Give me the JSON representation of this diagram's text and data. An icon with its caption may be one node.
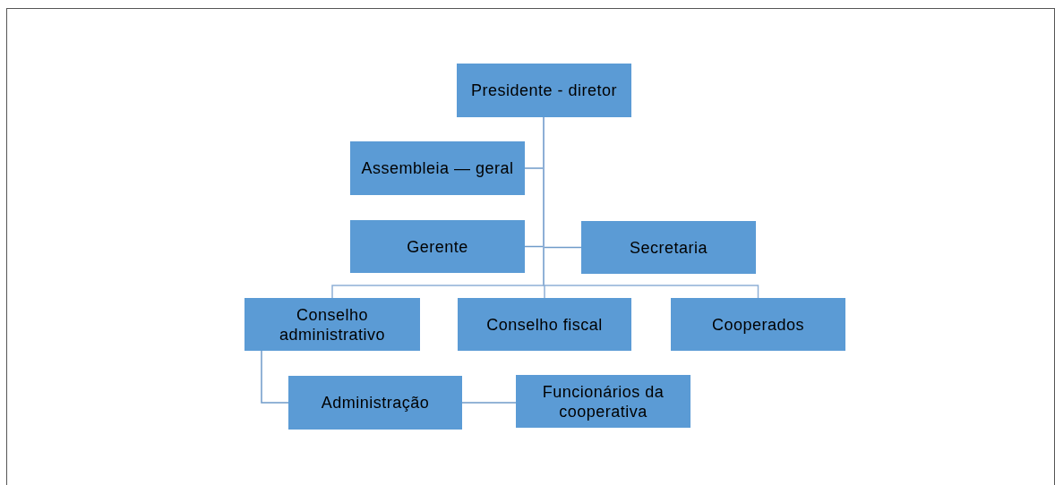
{
  "diagram": {
    "nodes": [
      {
        "text": [
          "Presidente - diretor"
        ]
      },
      {
        "text": [
          "Assembleia — geral"
        ]
      },
      {
        "text": [
          "Gerente"
        ]
      },
      {
        "text": [
          "Secretaria"
        ]
      },
      {
        "text": [
          "Conselho administrativo"
        ]
      },
      {
        "text": [
          "Conselho fiscal"
        ]
      },
      {
        "text": [
          "Cooperados"
        ]
      },
      {
        "text": [
          "Administração"
        ]
      },
      {
        "text": [
          "Funcionários da cooperativa"
        ]
      }
    ],
    "edges": [
      {
        "from": 0,
        "to": 1,
        "arrow": "none"
      },
      {
        "from": 0,
        "to": 2,
        "arrow": "none"
      },
      {
        "from": 0,
        "to": 3,
        "arrow": "none"
      },
      {
        "from": 0,
        "to": 4,
        "arrow": "none"
      },
      {
        "from": 0,
        "to": 5,
        "arrow": "none"
      },
      {
        "from": 0,
        "to": 6,
        "arrow": "none"
      },
      {
        "from": 4,
        "to": 7,
        "arrow": "none"
      },
      {
        "from": 7,
        "to": 8,
        "arrow": "none"
      }
    ]
  }
}
